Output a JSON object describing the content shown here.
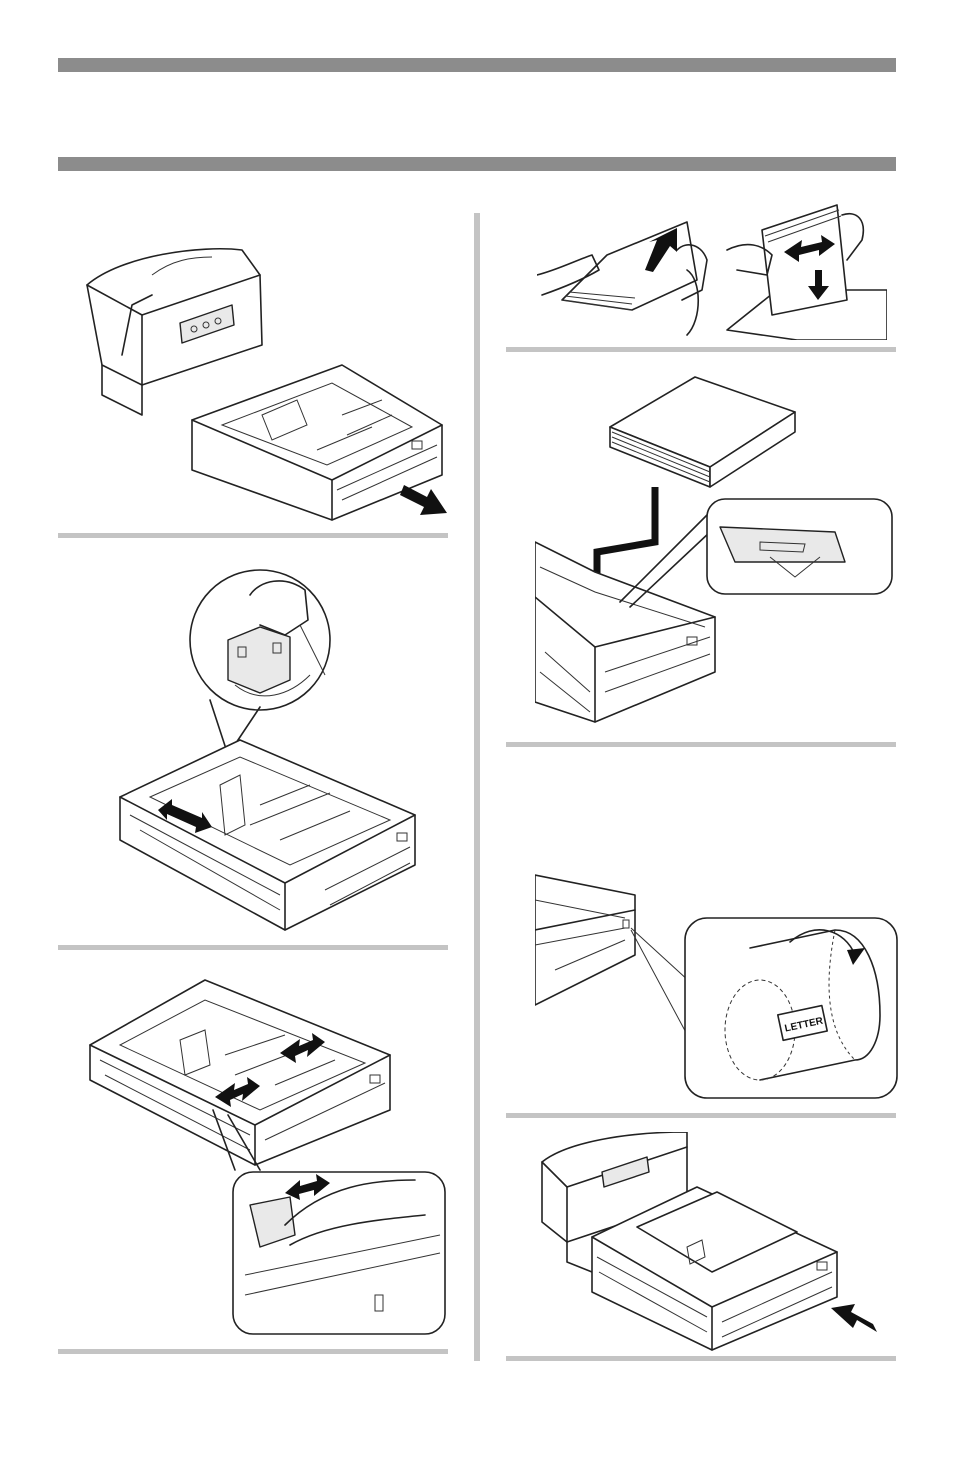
{
  "page": {
    "header_text": "",
    "tray_label": "LETTER"
  },
  "figures": {
    "left": [
      "remove-tray",
      "adjust-rear-stopper",
      "adjust-side-guides"
    ],
    "right": [
      "fan-paper",
      "load-paper",
      "set-size-dial",
      "insert-tray"
    ]
  },
  "colors": {
    "header_bar": "#8c8c8c",
    "divider": "#c4c4c4",
    "line_art": "#222222"
  }
}
